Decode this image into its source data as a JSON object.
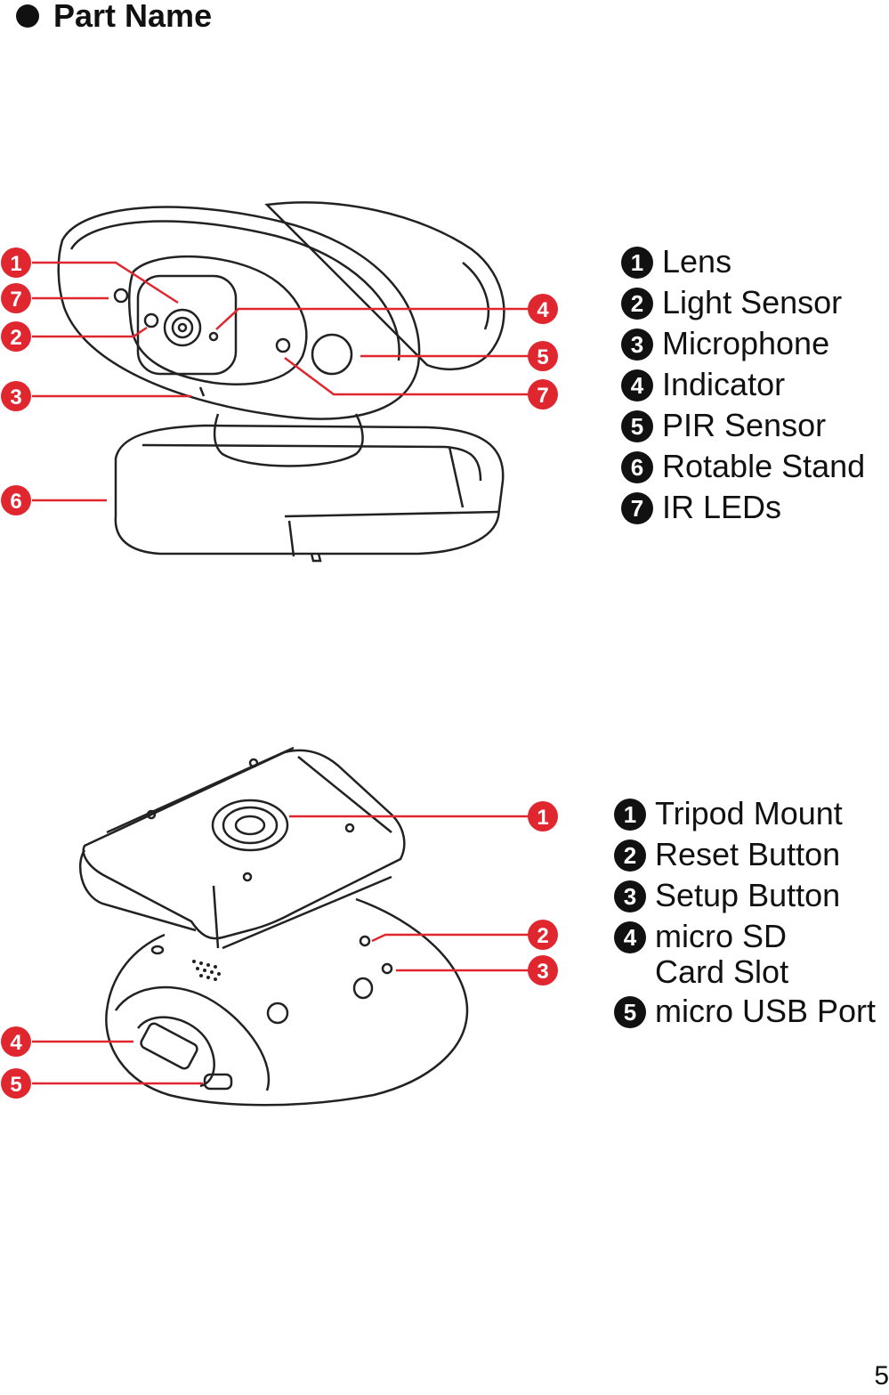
{
  "heading": {
    "title": "Part Name"
  },
  "figure1": {
    "callouts": [
      "1",
      "7",
      "2",
      "3",
      "6",
      "4",
      "5",
      "7"
    ],
    "legend": [
      {
        "num": "1",
        "label": "Lens"
      },
      {
        "num": "2",
        "label": "Light Sensor"
      },
      {
        "num": "3",
        "label": "Microphone"
      },
      {
        "num": "4",
        "label": "Indicator"
      },
      {
        "num": "5",
        "label": "PIR Sensor"
      },
      {
        "num": "6",
        "label": "Rotable Stand"
      },
      {
        "num": "7",
        "label": "IR LEDs"
      }
    ]
  },
  "figure2": {
    "callouts": [
      "1",
      "2",
      "3",
      "4",
      "5"
    ],
    "legend": [
      {
        "num": "1",
        "label": "Tripod Mount"
      },
      {
        "num": "2",
        "label": "Reset Button"
      },
      {
        "num": "3",
        "label": "Setup Button"
      },
      {
        "num": "4",
        "label": "micro SD\nCard Slot"
      },
      {
        "num": "5",
        "label": "micro USB Port"
      }
    ]
  },
  "page_number": "5",
  "colors": {
    "callout": "#e0262f",
    "line": "#e0262f",
    "ink": "#111111"
  }
}
